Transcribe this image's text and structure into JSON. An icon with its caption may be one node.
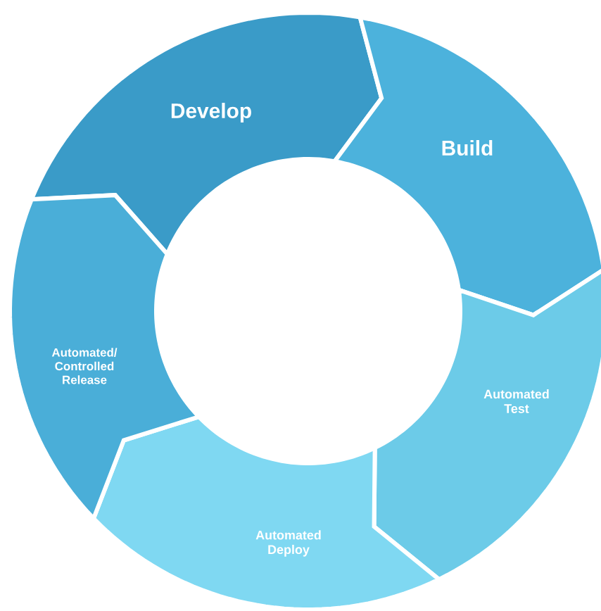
{
  "diagram": {
    "nodes": [
      {
        "text": [
          "Develop"
        ]
      },
      {
        "text": [
          "Build"
        ]
      },
      {
        "text": [
          "Automated Test"
        ]
      },
      {
        "text": [
          "Automated Deploy"
        ]
      },
      {
        "text": [
          "Automated/ Controlled Release"
        ]
      }
    ]
  }
}
